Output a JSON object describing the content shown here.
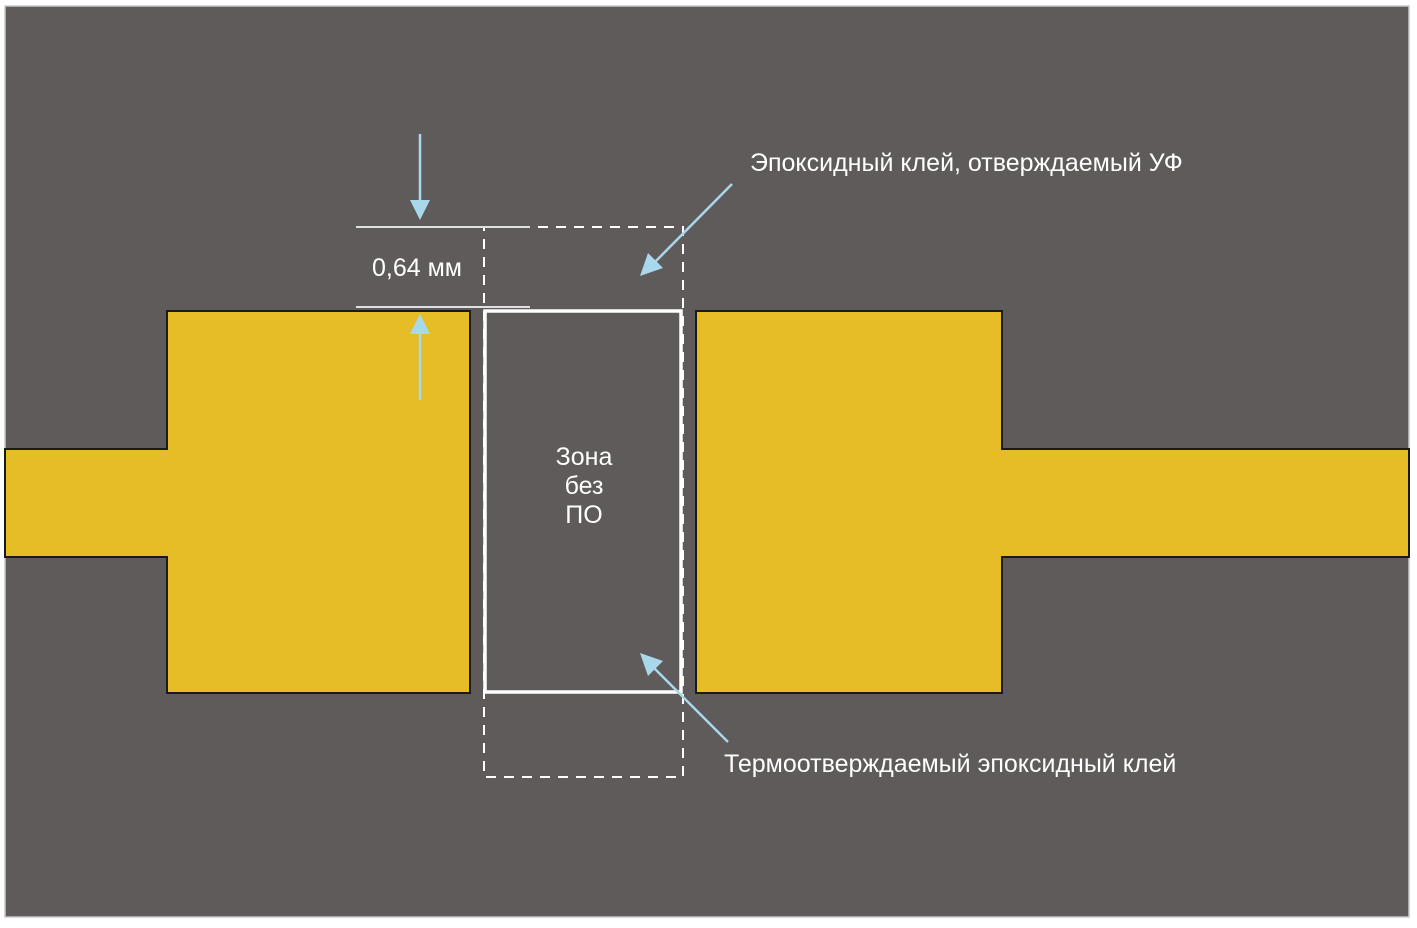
{
  "colors": {
    "background": "#5f5b5a",
    "pad": "#e6bd26",
    "outline": "#1a1a1a",
    "arrow": "#a9d8ea",
    "line": "#ffffff",
    "text": "#ffffff"
  },
  "labels": {
    "dimension": "0,64 мм",
    "uv_adhesive": "Эпоксидный клей, отверждаемый УФ",
    "thermal_adhesive": "Термоотверждаемый эпоксидный клей",
    "zone_line1": "Зона",
    "zone_line2": "без",
    "zone_line3": "ПО"
  }
}
